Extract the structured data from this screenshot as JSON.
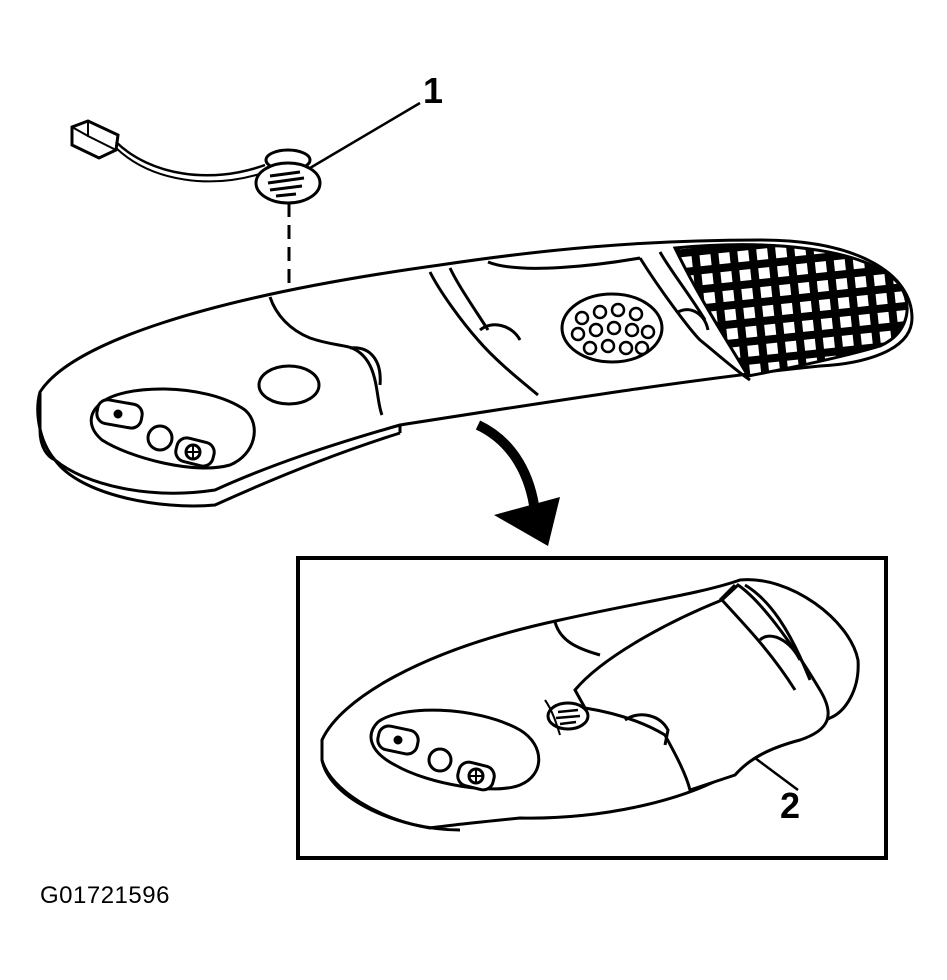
{
  "callouts": [
    {
      "label": "1",
      "part": "sensor"
    },
    {
      "label": "2",
      "part": "cover"
    }
  ],
  "figure_code": "G01721596"
}
